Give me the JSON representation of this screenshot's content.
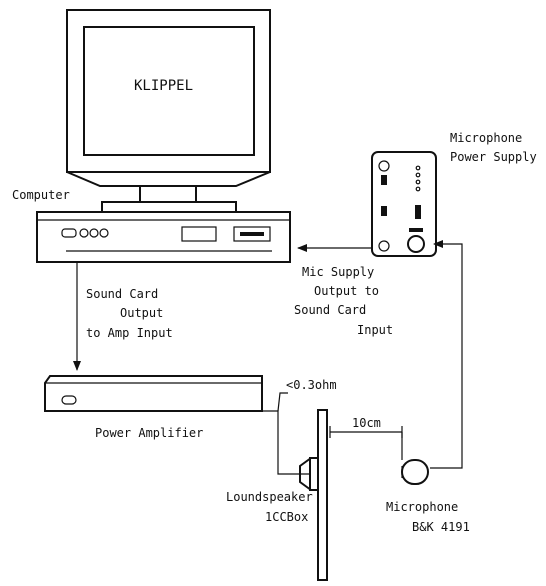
{
  "monitor": {
    "brand": "KLIPPEL"
  },
  "labels": {
    "computer": "Computer",
    "mic_power_supply": [
      "Microphone",
      "Power Supply"
    ],
    "sound_card_output": [
      "Sound Card",
      "Output",
      "to Amp Input"
    ],
    "mic_supply_output": [
      "Mic  Supply",
      "Output to",
      "Sound Card",
      "Input"
    ],
    "impedance": "<0.3ohm",
    "distance": "10cm",
    "power_amplifier": "Power Amplifier",
    "loudspeaker": [
      "Loundspeaker",
      "1CCBox"
    ],
    "microphone": [
      "Microphone",
      "B&K  4191"
    ]
  }
}
